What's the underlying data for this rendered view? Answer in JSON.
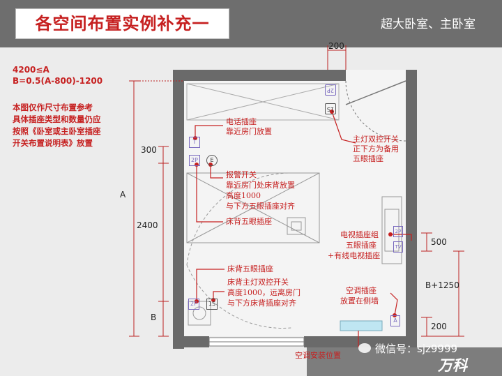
{
  "header": {
    "title": "各空间布置实例补充一",
    "room_type": "超大卧室、主卧室"
  },
  "formula": {
    "line1": "4200≤A",
    "line2": "B=0.5(A-800)-1200"
  },
  "note": {
    "line1": "本图仅作尺寸布置参考",
    "line2": "具体插座类型和数量仍应",
    "line3": "按照《卧室或主卧室插座",
    "line4": "开关布置说明表》放置"
  },
  "dimensions": {
    "door_width": "200",
    "d300": "300",
    "A": "A",
    "d2400": "2400",
    "B": "B",
    "d500": "500",
    "B1250": "B+1250",
    "d200": "200"
  },
  "labels": {
    "phone": [
      "电话插座",
      "靠近房门放置"
    ],
    "main_switch": [
      "主灯双控开关",
      "正下方为备用",
      "五眼插座"
    ],
    "alarm": [
      "报警开关",
      "靠近房门处床背放置",
      "高度1000",
      "与下方五眼插座对齐"
    ],
    "bed_socket_1": "床背五眼插座",
    "tv": [
      "电视插座组",
      "五眼插座",
      "+有线电视插座"
    ],
    "bed_socket_2": "床背五眼插座",
    "bedside_switch": [
      "床背主灯双控开关",
      "高度1000，远离房门",
      "与下方床背插座对齐"
    ],
    "ac_side": [
      "空调插座",
      "放置在侧墙"
    ],
    "ac_bottom": "空调安装位置"
  },
  "symbols": {
    "phone_jack": "T",
    "socket": "2P",
    "switch": "1S",
    "alarm": "E",
    "ac": "A",
    "tv": "TV"
  },
  "watermark": {
    "text": "微信号：sjz9999",
    "logo": "万科"
  },
  "colors": {
    "accent": "#c62020",
    "header_bg": "#6e6e6e",
    "wall": "#666666",
    "symbol": "#7a6abf"
  }
}
